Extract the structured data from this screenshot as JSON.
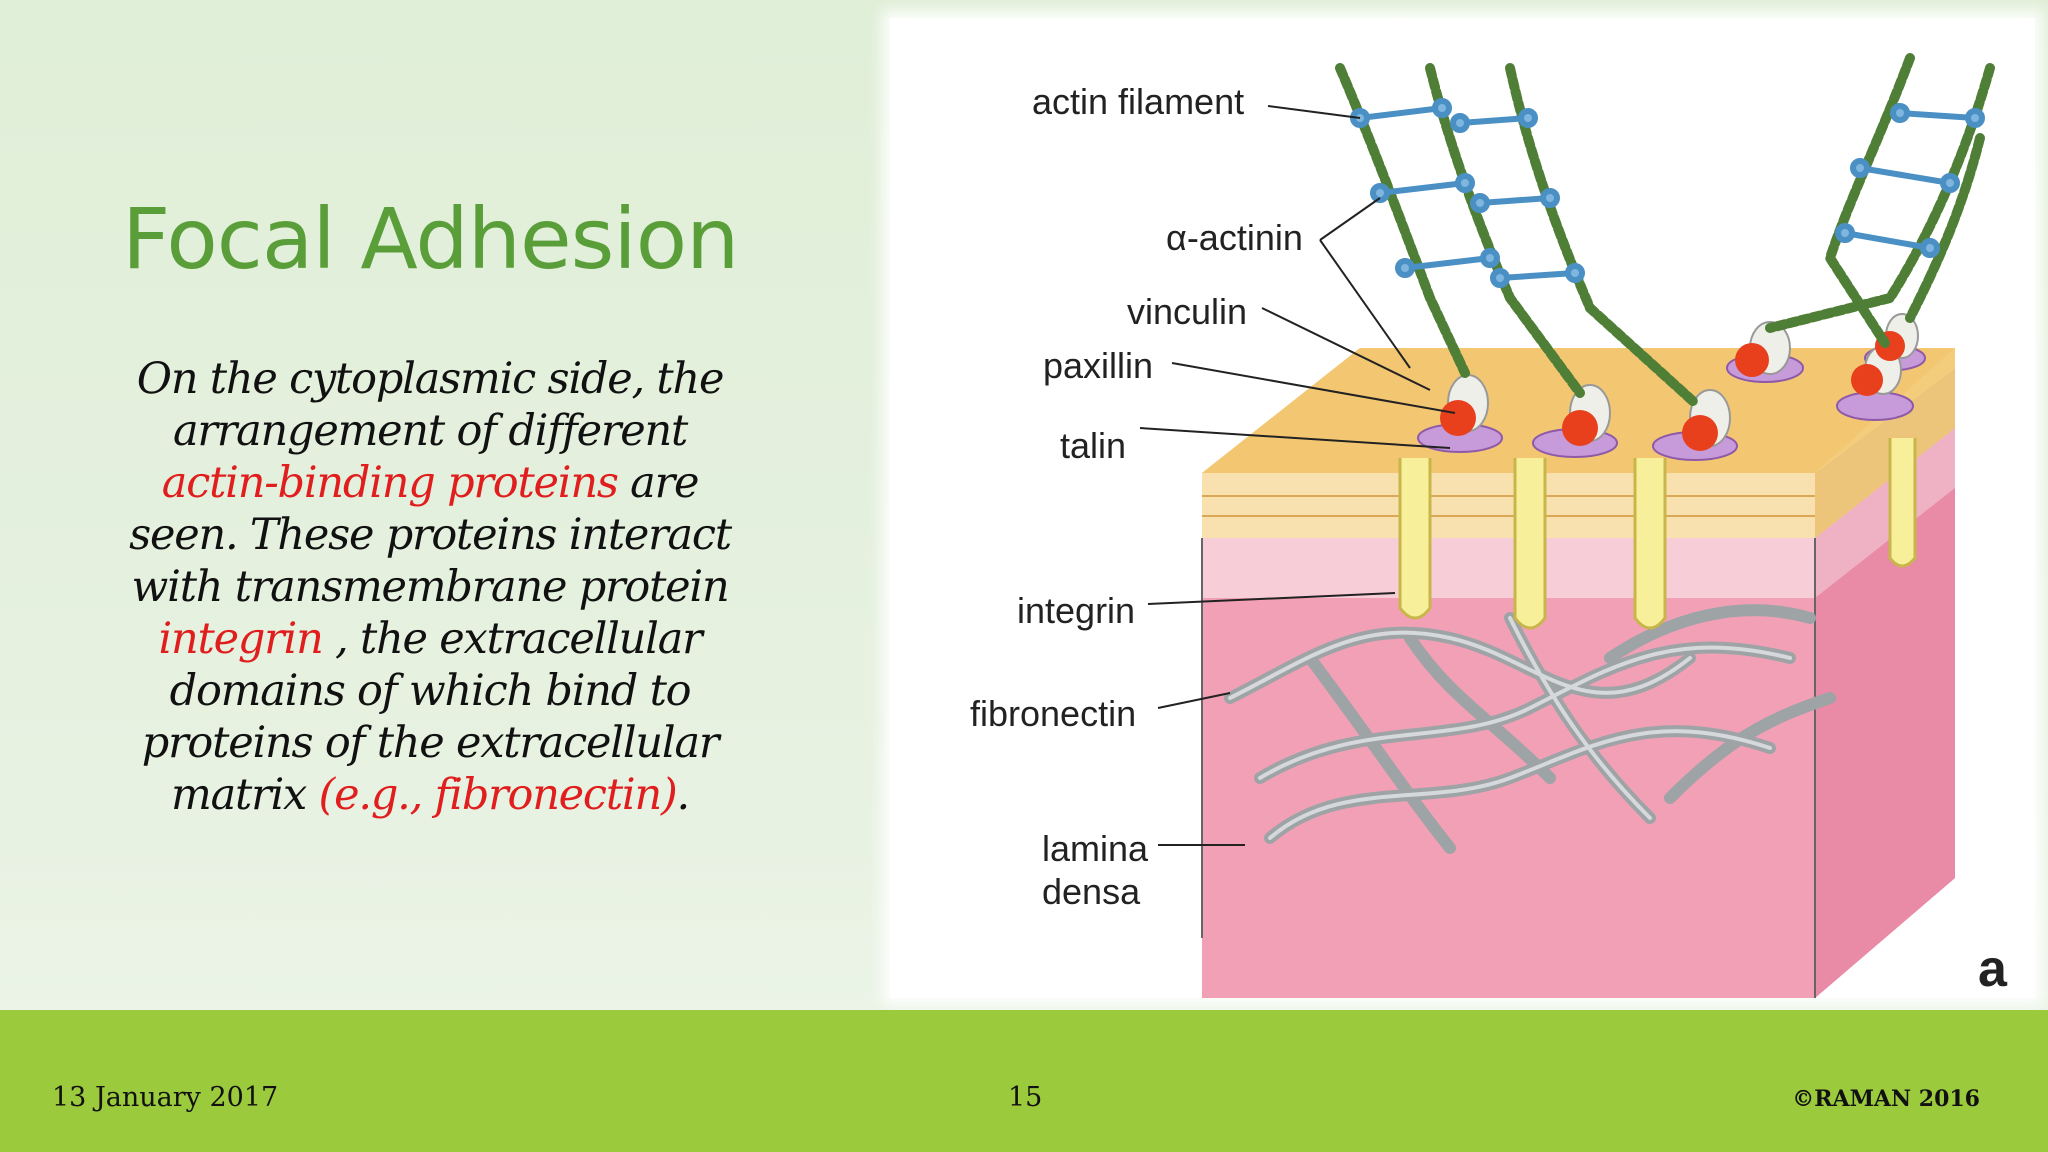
{
  "slide": {
    "title": "Focal Adhesion",
    "body": {
      "p1": "On the cytoplasmic side, the arrangement of different ",
      "h1": "actin-binding proteins",
      "p2": " are seen. These proteins interact with transmembrane protein ",
      "h2": "integrin",
      "p3": " , the extracellular domains of which bind to proteins of the extracellular matrix ",
      "h3": "(e.g., fibronectin)",
      "p4": "."
    },
    "highlight_color": "#e01e1e",
    "title_color": "#5a9e3a"
  },
  "figure": {
    "labels": {
      "actin_filament": "actin filament",
      "alpha_actinin": "α-actinin",
      "vinculin": "vinculin",
      "paxillin": "paxillin",
      "talin": "talin",
      "integrin": "integrin",
      "fibronectin": "fibronectin",
      "lamina_densa_1": "lamina",
      "lamina_densa_2": "densa"
    },
    "panel_letter": "a"
  },
  "footer": {
    "date": "13 January 2017",
    "page": "15",
    "copyright": "©RAMAN 2016",
    "color": "#9bca3c"
  }
}
